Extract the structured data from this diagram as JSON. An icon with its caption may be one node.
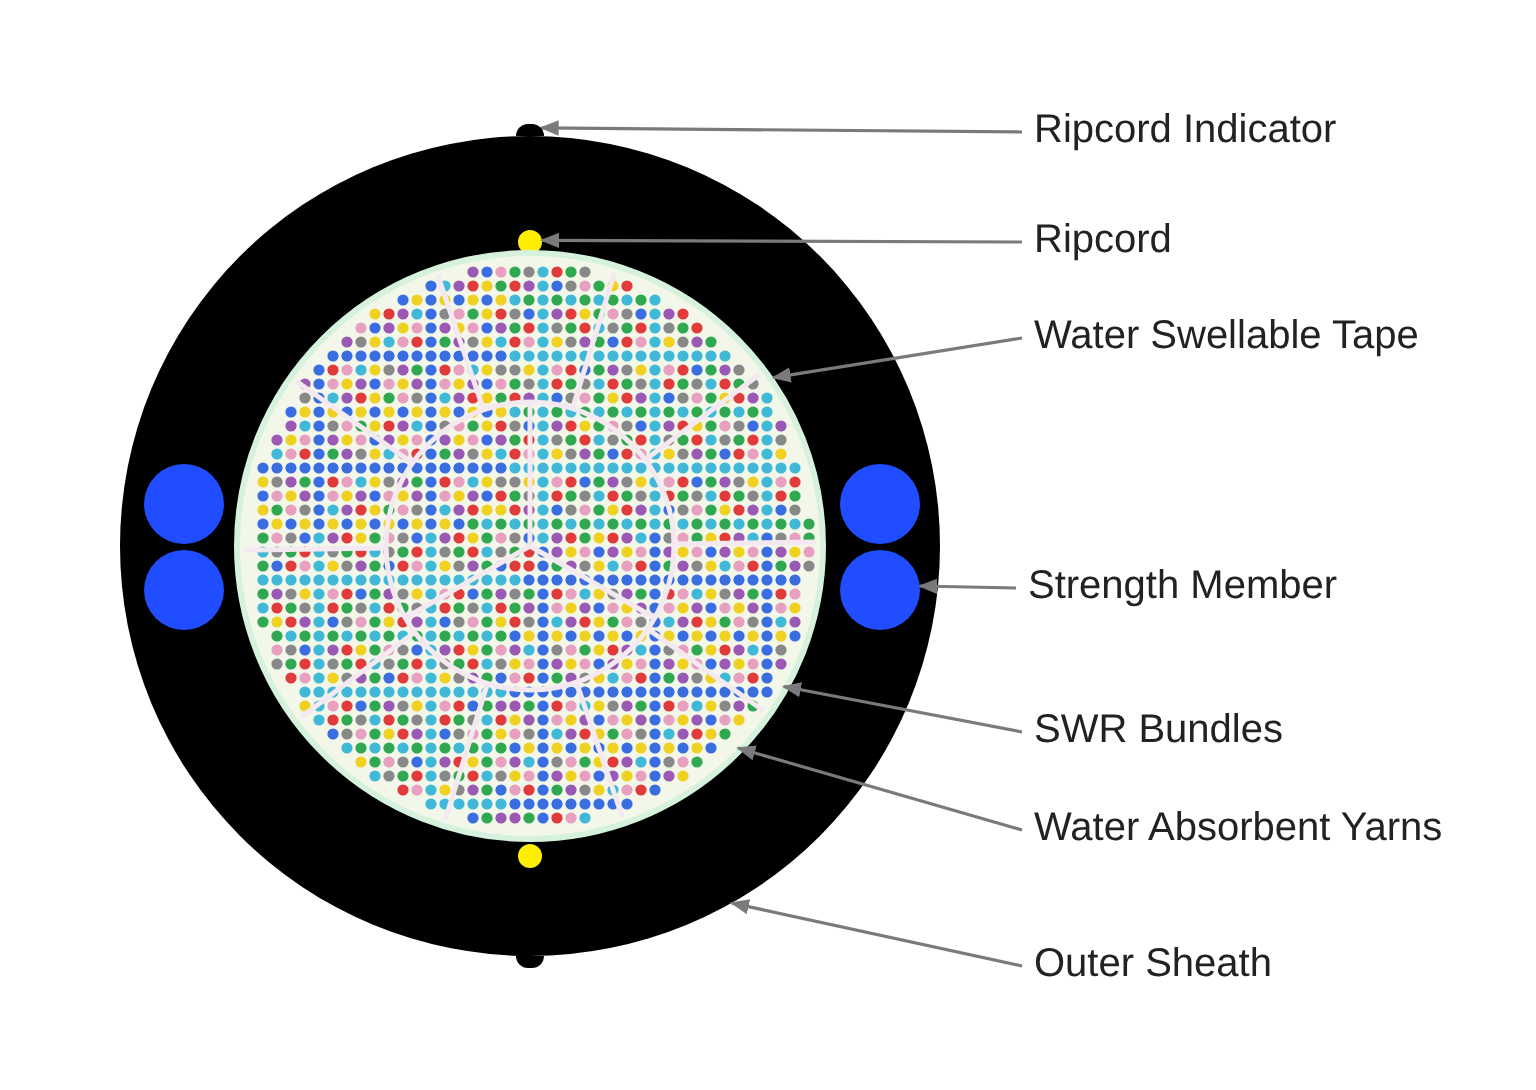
{
  "diagram": {
    "nodes": [
      {
        "text": [
          "Ripcord Indicator"
        ]
      },
      {
        "text": [
          "Ripcord"
        ]
      },
      {
        "text": [
          "Water Swellable Tape"
        ]
      },
      {
        "text": [
          "Strength Member"
        ]
      },
      {
        "text": [
          "SWR Bundles"
        ]
      },
      {
        "text": [
          "Water Absorbent Yarns"
        ]
      },
      {
        "text": [
          "Outer Sheath"
        ]
      },
      {
        "text": [],
        "shape": "circle"
      },
      {
        "text": [],
        "shape": "circle"
      },
      {
        "text": [],
        "shape": "circle",
        "in": 7
      },
      {
        "text": [],
        "shape": "circle",
        "in": 7
      },
      {
        "text": [],
        "shape": "circle",
        "in": 7
      },
      {
        "text": [],
        "shape": "picture",
        "in": 10
      },
      {
        "text": [],
        "shape": "circle",
        "in": 7
      },
      {
        "text": [],
        "shape": "circle",
        "in": 7
      },
      {
        "text": [],
        "shape": "circle",
        "in": 7
      },
      {
        "text": [],
        "shape": "circle",
        "in": 7
      },
      {
        "text": [],
        "shape": "circle"
      }
    ],
    "edges": [
      {
        "from": 0,
        "to": 8,
        "arrow": "to"
      },
      {
        "from": 1,
        "to": 9,
        "arrow": "to"
      },
      {
        "from": 2,
        "to": 10,
        "arrow": "to"
      },
      {
        "from": 3,
        "to": 11,
        "arrow": "to"
      },
      {
        "from": 4,
        "to": 12,
        "arrow": "to"
      },
      {
        "from": 5,
        "to": 12,
        "arrow": "to"
      },
      {
        "from": 6,
        "to": 7,
        "arrow": "to"
      }
    ]
  }
}
